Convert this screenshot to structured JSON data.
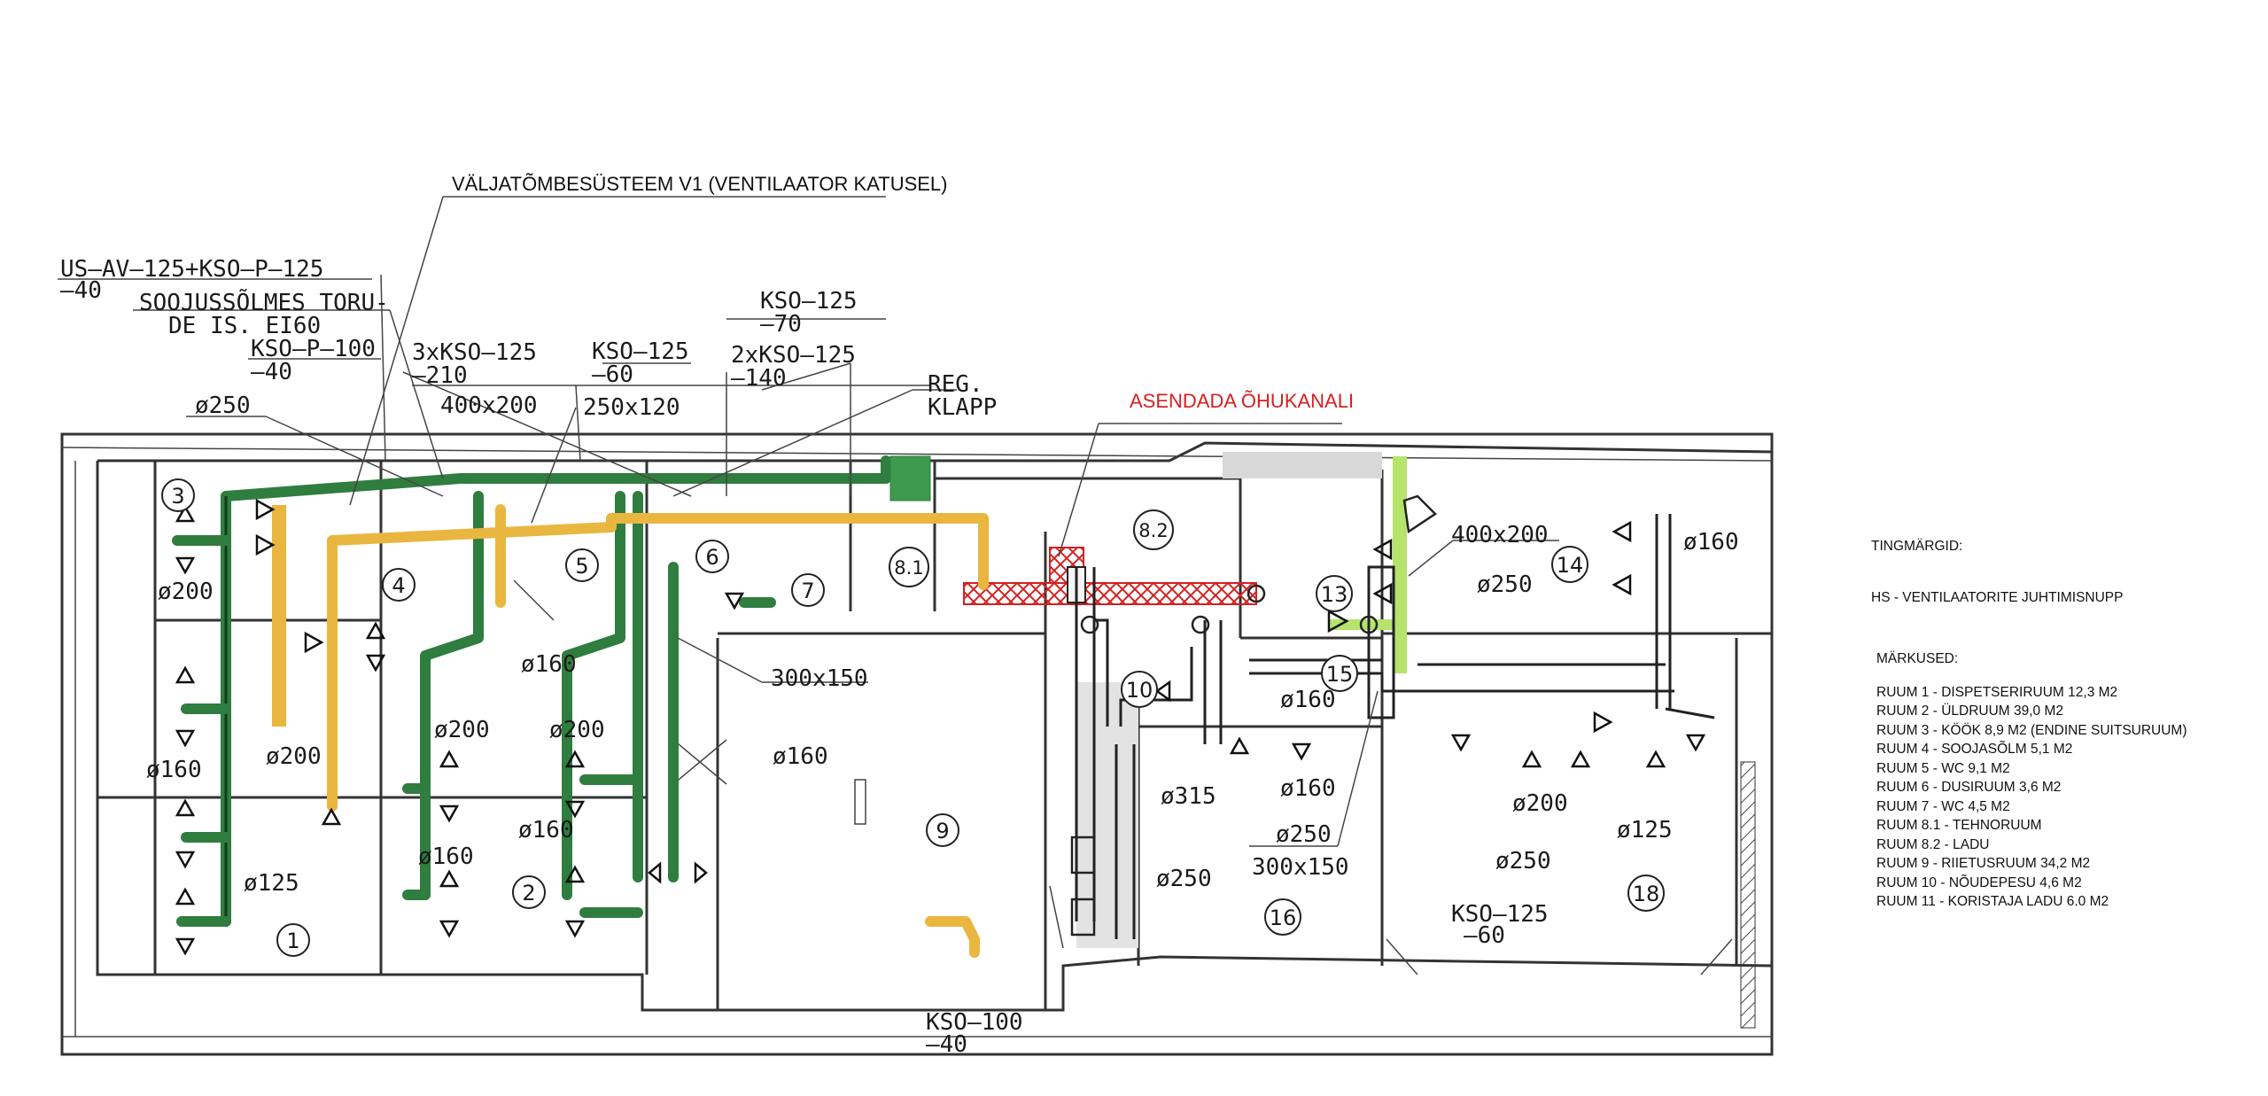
{
  "annotations": {
    "system_title": "VÄLJATÕMBESÜSTEEM V1 (VENTILAATOR KATUSEL)",
    "replace_note": "ASENDADA ÕHUKANALI"
  },
  "dim": {
    "us_av_1": "US–AV–125+KSO–P–125",
    "us_av_2": "–40",
    "sooj_1": "SOOJUSSÕLMES TORU-",
    "sooj_2": "DE IS. EI60",
    "kso_p100_1": "KSO–P–100",
    "kso_p100_2": "–40",
    "d250_a": "ø250",
    "kso3_1": "3xKSO–125",
    "kso3_2": "–210",
    "kso60_1": "KSO–125",
    "kso60_2": "–60",
    "kso70_1": "KSO–125",
    "kso70_2": "–70",
    "kso140_1": "2xKSO–125",
    "kso140_2": "–140",
    "reg_1": "REG.",
    "reg_2": "KLAPP",
    "r400x200_a": "400x200",
    "r250x120": "250x120",
    "d200_a": "ø200",
    "d160_a": "ø160",
    "d160_b": "ø160",
    "d200_b": "ø200",
    "d200_c": "ø200",
    "d200_d": "ø200",
    "r300x150_a": "300x150",
    "d160_c": "ø160",
    "d160_d": "ø160",
    "d160_e": "ø160",
    "d125_a": "ø125",
    "r400x200_b": "400x200",
    "d250_b": "ø250",
    "d160_f": "ø160",
    "d160_g": "ø160",
    "d160_h": "ø160",
    "d315": "ø315",
    "d250_c": "ø250",
    "d250_d": "ø250",
    "r300x150_b": "300x150",
    "d200_e": "ø200",
    "d250_e": "ø250",
    "d125_b": "ø125",
    "kso100_1": "KSO–100",
    "kso100_2": "–40",
    "kso60b_1": "KSO–125",
    "kso60b_2": "–60"
  },
  "rooms": {
    "r1": "1",
    "r2": "2",
    "r3": "3",
    "r4": "4",
    "r5": "5",
    "r6": "6",
    "r7": "7",
    "r81": "8.1",
    "r82": "8.2",
    "r9": "9",
    "r10": "10",
    "r13": "13",
    "r14": "14",
    "r15": "15",
    "r16": "16",
    "r18": "18"
  },
  "legend": {
    "title": "TINGMÄRGID:",
    "hs": "HS - VENTILAATORITE JUHTIMISNUPP",
    "markused": "MÄRKUSED:",
    "items": [
      "RUUM 1 - DISPETSERIRUUM 12,3 M2",
      "RUUM 2 - ÜLDRUUM 39,0 M2",
      "RUUM 3 - KÖÖK 8,9 M2 (ENDINE SUITSURUUM)",
      "RUUM 4 - SOOJASÕLM 5,1 M2",
      "RUUM 5 - WC 9,1 M2",
      "RUUM 6 - DUSIRUUM 3,6 M2",
      "RUUM 7 - WC 4,5 M2",
      "RUUM 8.1 - TEHNORUUM",
      "RUUM 8.2 - LADU",
      "RUUM 9 - RIIETUSRUUM 34,2 M2",
      "RUUM 10 - NÕUDEPESU 4,6 M2",
      "RUUM 11 - KORISTAJA LADU 6.0 M2"
    ]
  },
  "colors": {
    "green_duct": "#2f7d3f",
    "yellow_duct": "#e9b640",
    "red_hatch": "#d42020"
  }
}
